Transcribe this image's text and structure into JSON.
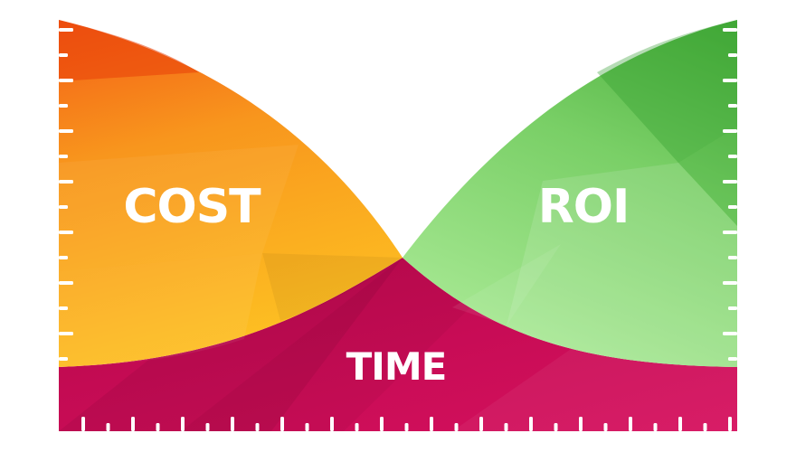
{
  "labels": {
    "cost": "COST",
    "roi": "ROI",
    "time": "TIME"
  },
  "colors": {
    "cost_light": "#fdbf22",
    "cost_mid": "#f8961d",
    "cost_dark": "#f35d16",
    "roi_light": "#a3e68f",
    "roi_mid": "#79cf66",
    "roi_dark": "#4aae3c",
    "time_main": "#d6105e",
    "time_dark": "#b8084c",
    "tick": "#ffffff"
  }
}
